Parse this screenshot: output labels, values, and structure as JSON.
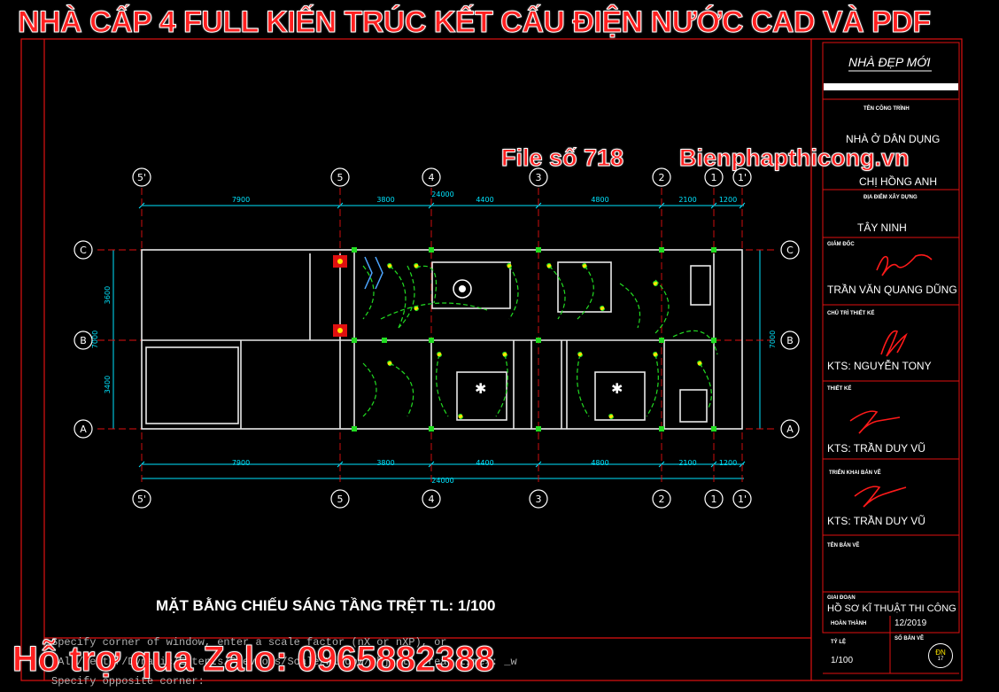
{
  "banner": {
    "top_title": "NHÀ CẤP 4 FULL KIẾN TRÚC KẾT CẤU ĐIỆN NƯỚC CAD VÀ PDF",
    "file_no": "File số 718",
    "website": "Bienphapthicong.vn",
    "zalo": "Hỗ trợ qua Zalo: 0965882388"
  },
  "drawing": {
    "title": "MẶT BẰNG CHIẾU SÁNG TẦNG TRỆT TL: 1/100",
    "axes_top": [
      "5'",
      "5",
      "4",
      "3",
      "2",
      "1",
      "1'"
    ],
    "axes_side": [
      "C",
      "B",
      "A"
    ],
    "dims_h": [
      "7900",
      "3800",
      "4400",
      "4800",
      "2100",
      "1200"
    ],
    "dim_total": "24000",
    "dims_v": [
      "3600",
      "3400"
    ],
    "dim_v_total": "7000"
  },
  "titleblock": {
    "project_header": "NHÀ ĐẸP MỚI",
    "label_project": "TÊN CÔNG TRÌNH",
    "project": "NHÀ Ở DÂN DỤNG",
    "owner": "CHỊ HỒNG ANH",
    "label_location": "ĐỊA ĐIỂM XÂY DỰNG",
    "location": "TÂY NINH",
    "label_director": "GIÁM ĐỐC",
    "director": "TRẦN VĂN QUANG DŨNG",
    "label_design_lead": "CHỦ TRÌ THIẾT KẾ",
    "design_lead": "KTS: NGUYỄN TONY",
    "label_design": "THIẾT KẾ",
    "designer": "KTS: TRẦN DUY VŨ",
    "label_drafting": "TRIỂN KHAI BẢN VẼ",
    "drafter": "KTS: TRẦN DUY VŨ",
    "label_sheet_name": "TÊN BẢN VẼ",
    "label_phase": "GIAI ĐOẠN",
    "phase": "HỒ SƠ KĨ THUẬT THI CÔNG",
    "label_completed": "HOÀN THÀNH",
    "date": "12/2019",
    "label_scale": "TỶ LỆ",
    "scale": "1/100",
    "label_sheet_no": "SỐ BẢN VẼ",
    "sheet_no": "ĐN",
    "sheet_sub": "17"
  },
  "command_line": {
    "line1": "Specify corner of window, enter a scale factor (nX or nXP), or",
    "line2": "[All/Center/Dynamic/Extents/Previous/Scale/Window/Object] <real time>: _w",
    "line3": "Specify opposite corner:"
  },
  "colors": {
    "banner_red": "#ff2020",
    "frame_red": "#e01010",
    "dimension_cyan": "#00e5ff",
    "lighting_green": "#22dd22",
    "wall_white": "#e8e8e8",
    "symbol_yellow": "#ffe600"
  }
}
